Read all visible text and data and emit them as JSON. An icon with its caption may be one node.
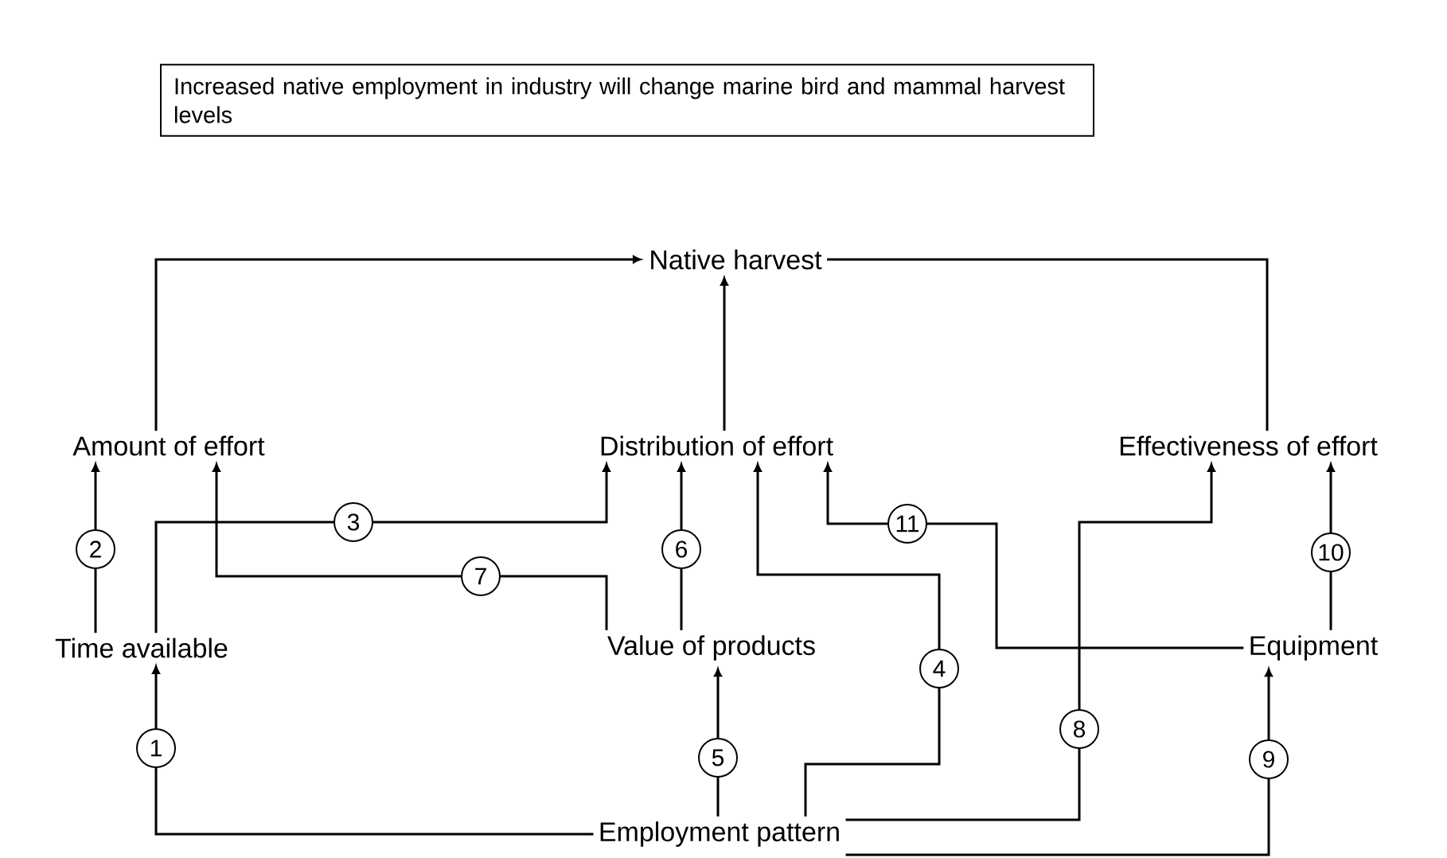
{
  "diagram": {
    "nodes": [
      {
        "text": [
          "Increased native employment in industry will change marine bird and mammal harvest levels"
        ]
      },
      {
        "text": [
          "Native harvest"
        ]
      },
      {
        "text": [
          "Amount of effort"
        ]
      },
      {
        "text": [
          "Distribution of effort"
        ]
      },
      {
        "text": [
          "Effectiveness of effort"
        ]
      },
      {
        "text": [
          "Time available"
        ]
      },
      {
        "text": [
          "Value of products"
        ]
      },
      {
        "text": [
          "Equipment"
        ]
      },
      {
        "text": [
          "Employment pattern"
        ]
      }
    ],
    "edges": [
      {
        "from": 2,
        "to": 1,
        "arrow": "to"
      },
      {
        "from": 4,
        "to": 1,
        "arrow": "none"
      },
      {
        "from": 3,
        "to": 1,
        "arrow": "to"
      },
      {
        "from": 8,
        "to": 5,
        "arrow": "to",
        "label": "1"
      },
      {
        "from": 5,
        "to": 2,
        "arrow": "to",
        "label": "2"
      },
      {
        "from": 5,
        "to": 3,
        "arrow": "to",
        "label": "3"
      },
      {
        "from": 8,
        "to": 3,
        "arrow": "to",
        "label": "4"
      },
      {
        "from": 8,
        "to": 6,
        "arrow": "to",
        "label": "5"
      },
      {
        "from": 6,
        "to": 3,
        "arrow": "to",
        "label": "6"
      },
      {
        "from": 6,
        "to": 2,
        "arrow": "to",
        "label": "7"
      },
      {
        "from": 8,
        "to": 4,
        "arrow": "to",
        "label": "8"
      },
      {
        "from": 8,
        "to": 7,
        "arrow": "to",
        "label": "9"
      },
      {
        "from": 7,
        "to": 4,
        "arrow": "to",
        "label": "10"
      },
      {
        "from": 7,
        "to": 3,
        "arrow": "to",
        "label": "11"
      }
    ]
  }
}
